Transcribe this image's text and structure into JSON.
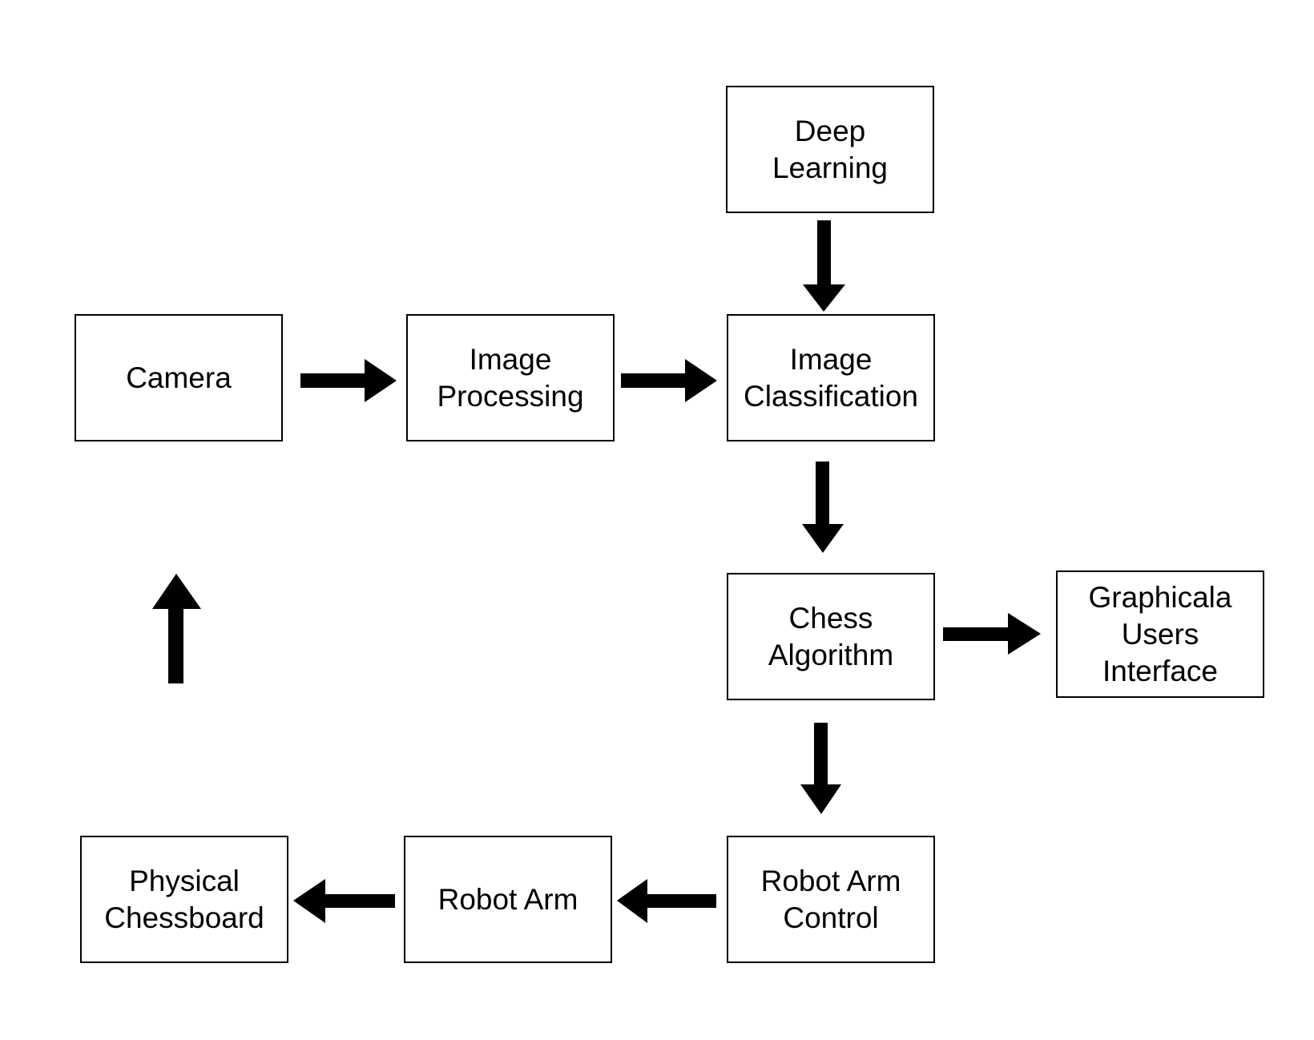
{
  "nodes": {
    "camera": "Camera",
    "image_processing": "Image\nProcessing",
    "deep_learning": "Deep\nLearning",
    "image_classification": "Image\nClassification",
    "chess_algorithm": "Chess\nAlgorithm",
    "gui": "Graphicala\nUsers\nInterface",
    "robot_arm_control": "Robot Arm\nControl",
    "robot_arm": "Robot Arm",
    "physical_chessboard": "Physical\nChessboard"
  },
  "edges": [
    {
      "from": "camera",
      "to": "image_processing"
    },
    {
      "from": "image_processing",
      "to": "image_classification"
    },
    {
      "from": "deep_learning",
      "to": "image_classification"
    },
    {
      "from": "image_classification",
      "to": "chess_algorithm"
    },
    {
      "from": "chess_algorithm",
      "to": "gui"
    },
    {
      "from": "chess_algorithm",
      "to": "robot_arm_control"
    },
    {
      "from": "robot_arm_control",
      "to": "robot_arm"
    },
    {
      "from": "robot_arm",
      "to": "physical_chessboard"
    },
    {
      "from": "physical_chessboard",
      "to": "camera"
    }
  ],
  "colors": {
    "stroke": "#000000",
    "fill": "#ffffff"
  }
}
